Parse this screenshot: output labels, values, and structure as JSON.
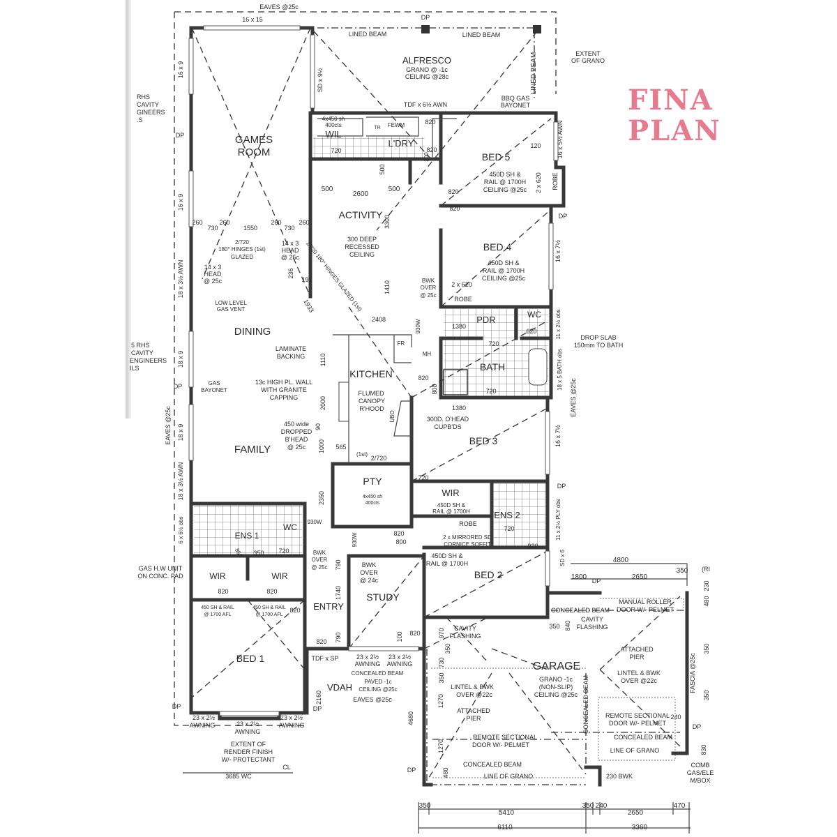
{
  "stamp": {
    "line1": "FINA",
    "line2": "PLAN"
  },
  "labels": [
    "EAVES @25c",
    "16 x 15",
    "LINED BEAM",
    "LINED BEAM",
    "DP",
    "ALFRESCO",
    "GRANO @ -1c",
    "CEILING @28c",
    "SD x 9½",
    "LINED BEAM",
    "EXTENT",
    "OF GRANO",
    "BBQ GAS",
    "BAYONET",
    "TDF x 6½ AWN",
    "16 x 9",
    "16 x 9",
    "RHS",
    "CAVITY",
    "GINEERS",
    ".S",
    "DP",
    "GAMES",
    "ROOM",
    "4x450 sh",
    "400cts",
    "WIL",
    "720",
    "FEWM",
    "TR",
    "L'DRY",
    "820",
    "820",
    "200",
    "BED 5",
    "120",
    "450D SH &",
    "RAIL @ 1700H",
    "CEILING @25c",
    "2 x 620",
    "ROBE",
    "820",
    "16 x 5½ AWN",
    "500",
    "500",
    "2600",
    "500",
    "ACTIVITY",
    "3300",
    "300 DEEP",
    "RECESSED",
    "CEILING",
    "260",
    "730",
    "260",
    "1550",
    "260",
    "730",
    "260",
    "2/720",
    "180° HINGES (1st)",
    "GLAZED",
    "14 x 3",
    "HEAD",
    "@ 25c",
    "14 x 3",
    "HEAD",
    "@ 25c",
    "18 x 3½ AWN",
    "236",
    "191",
    "1933",
    "2/720 180° HINGES GLAZED (1st)",
    "1410",
    "BWK",
    "OVER",
    "@ 25c",
    "820",
    "BED 4",
    "450D SH &",
    "RAIL @ 1700H",
    "CEILING @25c",
    "2 x 620",
    "ROBE",
    "16 x 7½",
    "DP",
    "LOW LEVEL",
    "GAS VENT",
    "2408",
    "930W",
    "DINING",
    "1380",
    "PDR",
    "WC",
    "620",
    "720",
    "11 x 2½ obs",
    "DROP SLAB",
    "150mm TO BATH",
    "LAMINATE",
    "BACKING",
    "FR",
    "MH",
    "1110",
    "BATH",
    "18 x 5 BATH obs",
    "EAVES @25c",
    "5 RHS",
    "CAVITY",
    "ENGINEERS",
    "ILS",
    "KITCHEN",
    "820",
    "800",
    "720",
    "13c HIGH PL. WALL",
    "WITH GRANITE",
    "CAPPING",
    "DP",
    "GAS",
    "BAYONET",
    "FLUMED",
    "CANOPY",
    "R'HOOD",
    "2000",
    "UBO",
    "1380",
    "300D. O'HEAD",
    "CUPB'DS",
    "EAVES @25c",
    "18 x 9",
    "450 wide",
    "DROPPED",
    "B'HEAD",
    "@ 25c",
    "90",
    "BED 3",
    "16 x 7½",
    "FAMILY",
    "1000",
    "565",
    "(1st)",
    "2/720",
    "18 x 3½ AWN",
    "PTY",
    "4x450 sh",
    "400cts",
    "720",
    "WIR",
    "450D SH &",
    "RAIL @ 1700H",
    "DP",
    "2350",
    "6 x 6½ obs",
    "ROBE",
    "ENS 2",
    "720",
    "11 x 2½ PLY obs",
    "ENS 1",
    "WC",
    "720",
    "930W",
    "930W",
    "820",
    "800",
    "2 x MIRRORED SD",
    "CORNICE SOFFIT",
    "920",
    "SD x 6",
    "850",
    "350",
    "GAS H.W UNIT",
    "ON CONC. PAD",
    "BWK",
    "OVER",
    "@ 25c",
    "790",
    "BWK",
    "OVER",
    "@ 24c",
    "450D SH &",
    "RAIL @ 1700H",
    "BED 2",
    "4800",
    "1800",
    "2650",
    "350",
    "DP",
    "WIR",
    "WIR",
    "820",
    "820",
    "450 SH & RAIL",
    "@ 1700 AFL",
    "450 SH & RAIL",
    "@ 1700 AFL",
    "820",
    "1740",
    "STUDY",
    "ENTRY",
    "CONCEALED BEAM",
    "MANUAL ROLLER",
    "DOOR W/- PELMET",
    "350",
    "840",
    "CAVITY",
    "FLASHING",
    "CAVITY",
    "FLASHING",
    "820",
    "970",
    "820",
    "790",
    "100",
    "TDF x SP",
    "23 x 2½",
    "AWNING",
    "23 x 2½",
    "AWNING",
    "350",
    "BED 1",
    "ATTACHED",
    "PIER",
    "GARAGE",
    "GRANO -1c",
    "(NON-SLIP)",
    "CEILING @25c",
    "CONCEALED BEAM",
    "PAVED -1c",
    "CEILING @25c",
    "EAVES @25c",
    "730",
    "350",
    "LINTEL & BWK",
    "OVER @22c",
    "LINTEL & BWK",
    "OVER @22c",
    "VDAH",
    "FASCIA @25c",
    "4680",
    "2160",
    "1270",
    "1270",
    "ATTACHED",
    "PIER",
    "REMOTE SECTIONAL",
    "DOOR W/- PELMET",
    "240",
    "DP",
    "CONCEALED BEAM",
    "LINE OF GRANO",
    "CONCEALED BEAM",
    "REMOTE SECTIONAL",
    "DOOR W/- PELMET",
    "CONCEALED BEAM",
    "LINE OF GRANO",
    "DP",
    "480",
    "830",
    "230 BWK",
    "COMB",
    "GAS/ELE",
    "M/BOX",
    "DP",
    "DP",
    "23 x 2½",
    "AWNING",
    "23 x 2½",
    "AWNING",
    "23 x 2½",
    "AWNING",
    "EXTENT OF",
    "RENDER FINISH",
    "W/- PROTECTANT",
    "3685 WC",
    "CL",
    "350",
    "5410",
    "350",
    "240",
    "2650",
    "470",
    "6110",
    "3360",
    "(RI",
    "230",
    "480",
    "350",
    "350",
    "18 x 9"
  ]
}
